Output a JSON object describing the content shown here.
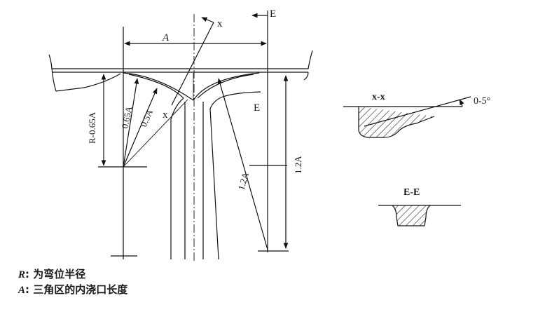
{
  "labels": {
    "x_top": "x",
    "e_top": "E",
    "a_dim": "A",
    "r_dim": "R-0.65A",
    "r065": "0.65A",
    "r05": "0.5A",
    "x_left": "x",
    "e_mid": "E",
    "r12": "1.2A",
    "v12": "1.2A"
  },
  "sections": {
    "xx": {
      "title": "x-x",
      "angle": "0-5°"
    },
    "ee": {
      "title": "E-E"
    }
  },
  "legend": [
    {
      "symbol": "R",
      "text": ": 为弯位半径"
    },
    {
      "symbol": "A",
      "text": ": 三角区的内浇口长度"
    }
  ]
}
